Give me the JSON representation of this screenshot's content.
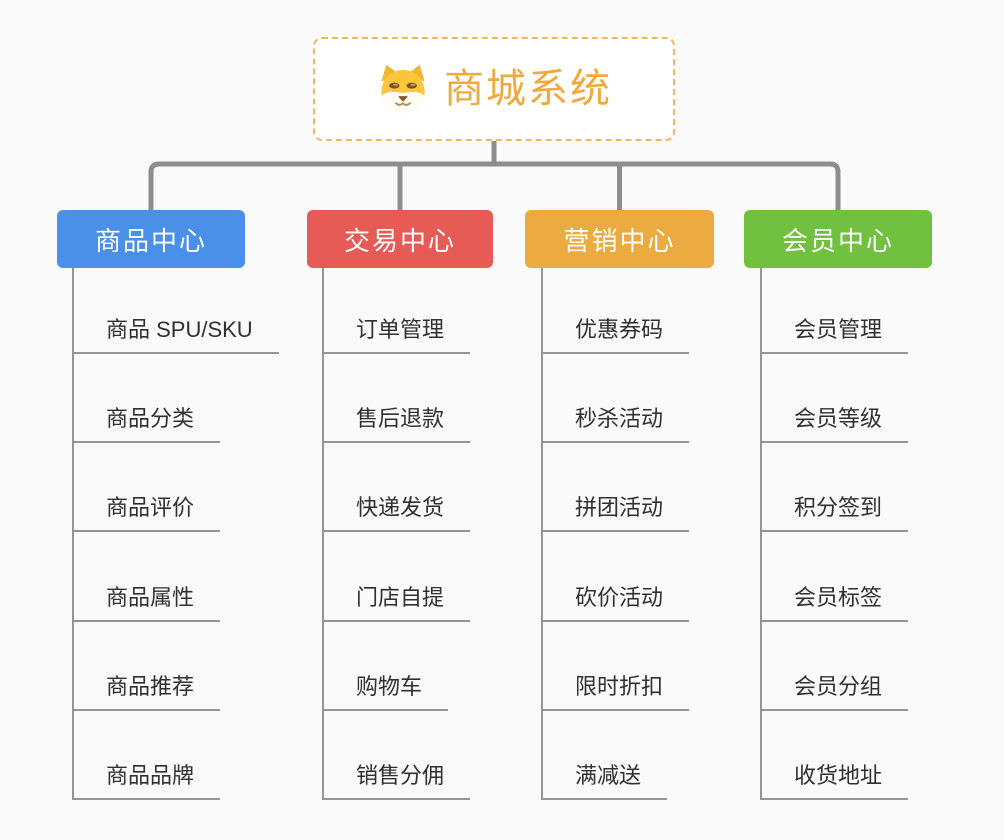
{
  "root": {
    "title": "商城系统",
    "icon": "dog-face-icon"
  },
  "colors": {
    "background": "#fafafa",
    "connector": "#8d8d8d",
    "item_line": "#949494",
    "root_border": "#f5b55a",
    "root_title": "#efa93d",
    "item_text": "#303030"
  },
  "branches": [
    {
      "label": "商品中心",
      "color": "#4a90e9",
      "items": [
        "商品 SPU/SKU",
        "商品分类",
        "商品评价",
        "商品属性",
        "商品推荐",
        "商品品牌"
      ]
    },
    {
      "label": "交易中心",
      "color": "#e65b55",
      "items": [
        "订单管理",
        "售后退款",
        "快递发货",
        "门店自提",
        "购物车",
        "销售分佣"
      ]
    },
    {
      "label": "营销中心",
      "color": "#ecab40",
      "items": [
        "优惠券码",
        "秒杀活动",
        "拼团活动",
        "砍价活动",
        "限时折扣",
        "满减送"
      ]
    },
    {
      "label": "会员中心",
      "color": "#71c040",
      "items": [
        "会员管理",
        "会员等级",
        "积分签到",
        "会员标签",
        "会员分组",
        "收货地址"
      ]
    }
  ]
}
